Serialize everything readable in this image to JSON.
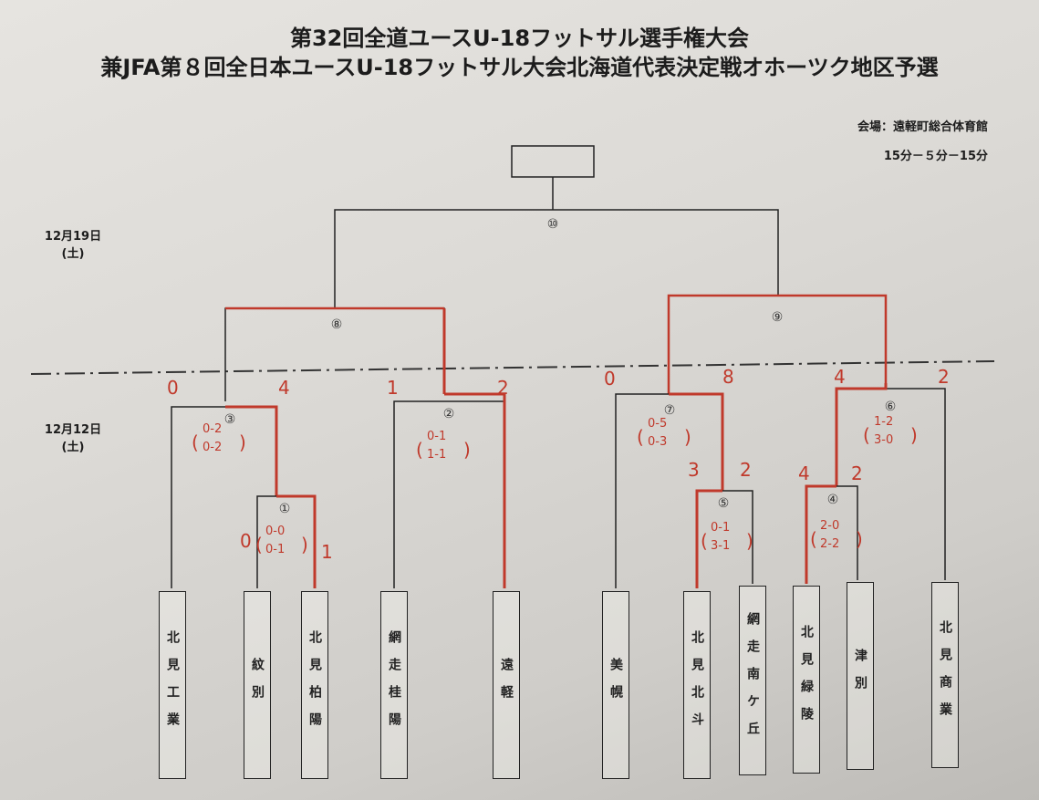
{
  "header": {
    "title_line1": "第32回全道ユースU-18フットサル選手権大会",
    "title_line2": "兼JFA第８回全日本ユースU-18フットサル大会北海道代表決定戦オホーツク地区予選",
    "venue": "会場：遠軽町総合体育館",
    "timing": "15分－５分－15分"
  },
  "dates": {
    "day2": {
      "date": "12月19日",
      "weekday": "(土)"
    },
    "day1": {
      "date": "12月12日",
      "weekday": "(土)"
    }
  },
  "teams": [
    {
      "name": "北見工業"
    },
    {
      "name": "紋別"
    },
    {
      "name": "北見柏陽"
    },
    {
      "name": "網走桂陽"
    },
    {
      "name": "遠軽"
    },
    {
      "name": "美幌"
    },
    {
      "name": "北見北斗"
    },
    {
      "name": "網走南ケ丘"
    },
    {
      "name": "北見緑陵"
    },
    {
      "name": "津別"
    },
    {
      "name": "北見商業"
    }
  ],
  "matches": {
    "m1": {
      "label": "①",
      "score_left": "0",
      "score_right": "1",
      "halves": [
        "0-0",
        "0-1"
      ]
    },
    "m2": {
      "label": "②",
      "score_left": "1",
      "score_right": "2",
      "halves": [
        "0-1",
        "1-1"
      ]
    },
    "m3": {
      "label": "③",
      "score_left": "0",
      "score_right": "4",
      "halves": [
        "0-2",
        "0-2"
      ]
    },
    "m4": {
      "label": "④",
      "score_left": "4",
      "score_right": "2",
      "halves": [
        "2-0",
        "2-2"
      ]
    },
    "m5": {
      "label": "⑤",
      "score_left": "3",
      "score_right": "2",
      "halves": [
        "0-1",
        "3-1"
      ]
    },
    "m6": {
      "label": "⑥",
      "score_left": "4",
      "score_right": "2",
      "halves": [
        "1-2",
        "3-0"
      ]
    },
    "m7": {
      "label": "⑦",
      "score_left": "0",
      "score_right": "8",
      "halves": [
        "0-5",
        "0-3"
      ]
    },
    "m8": {
      "label": "⑧"
    },
    "m9": {
      "label": "⑨"
    },
    "m10": {
      "label": "⑩"
    }
  },
  "colors": {
    "winner_line": "#c0392b",
    "bracket_line": "#222222",
    "handwriting": "#c0392b"
  }
}
